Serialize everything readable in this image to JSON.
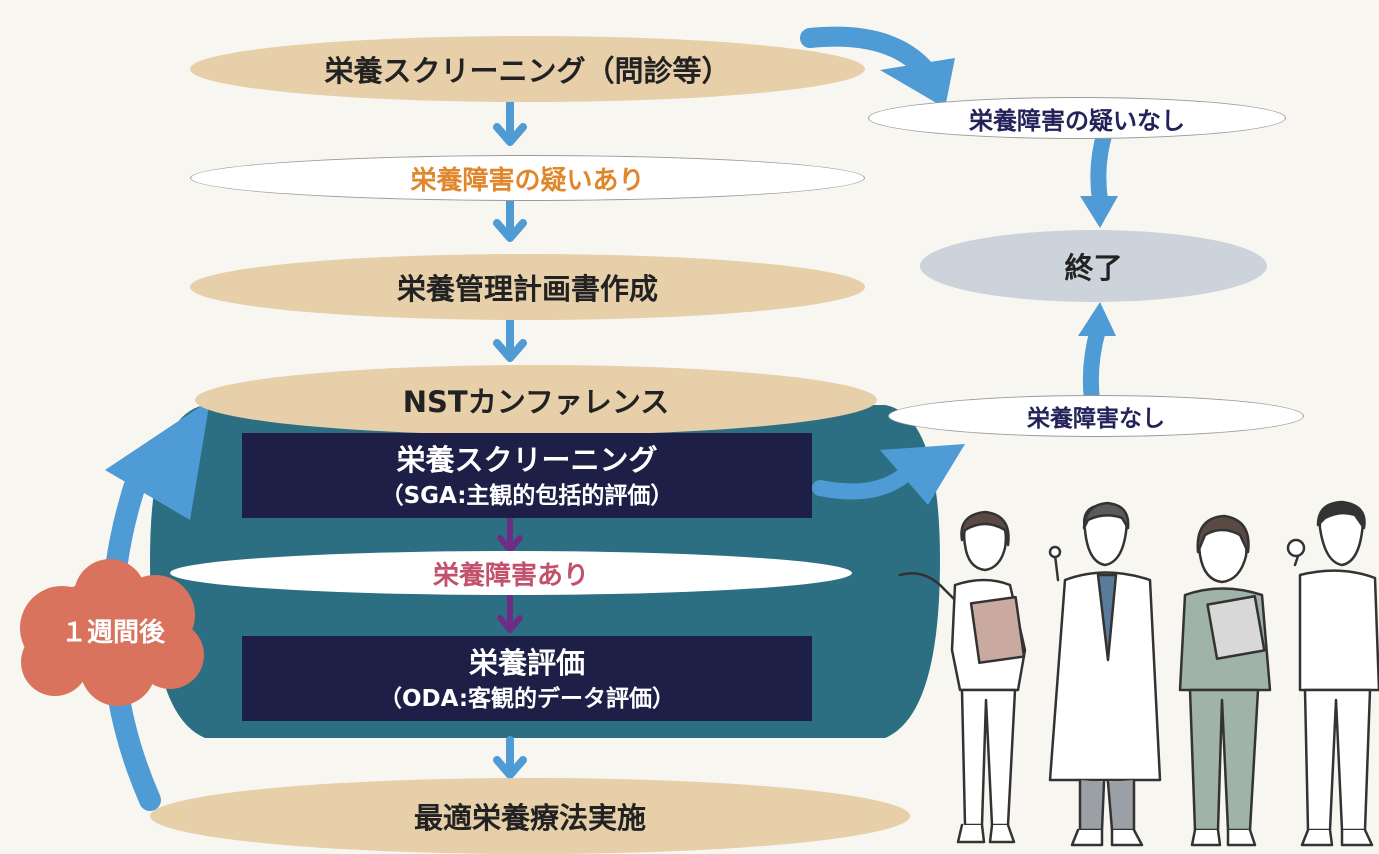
{
  "nodes": {
    "screening": "栄養スクリーニング（問診等）",
    "suspect_yes": "栄養障害の疑いあり",
    "suspect_no": "栄養障害の疑いなし",
    "plan": "栄養管理計画書作成",
    "end": "終了",
    "nst": "NSTカンファレンス",
    "no_disorder": "栄養障害なし",
    "sga_title": "栄養スクリーニング",
    "sga_sub": "（SGA:主観的包括的評価）",
    "disorder_yes": "栄養障害あり",
    "oda_title": "栄養評価",
    "oda_sub": "（ODA:客観的データ評価）",
    "therapy": "最適栄養療法実施",
    "week": "１週間後"
  },
  "colors": {
    "tan": "#e6cfa9",
    "teal": "#2c6f82",
    "navy": "#1d1f47",
    "blue_arrow": "#4f9bd6",
    "purple_arrow": "#6e2d84",
    "orange_text": "#e0872b",
    "pink_text": "#c3516c",
    "cloud": "#d9735d",
    "gray": "#cdd3db"
  },
  "illustration": [
    "nurse-with-clipboard",
    "doctor-pointing",
    "nurse-scrubs-clipboard",
    "staff-fist"
  ]
}
